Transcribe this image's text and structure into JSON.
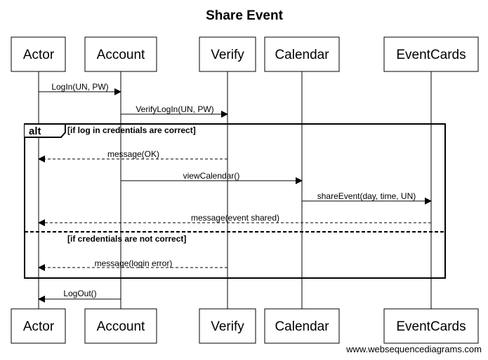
{
  "title": "Share Event",
  "participants": [
    "Actor",
    "Account",
    "Verify",
    "Calendar",
    "EventCards"
  ],
  "messages": [
    {
      "label": "LogIn(UN, PW)",
      "from": "Actor",
      "to": "Account",
      "style": "solid"
    },
    {
      "label": "VerifyLogIn(UN, PW)",
      "from": "Account",
      "to": "Verify",
      "style": "solid"
    },
    {
      "label": "message(OK)",
      "from": "Verify",
      "to": "Actor",
      "style": "dashed"
    },
    {
      "label": "viewCalendar()",
      "from": "Account",
      "to": "Calendar",
      "style": "solid"
    },
    {
      "label": "shareEvent(day, time, UN)",
      "from": "Calendar",
      "to": "EventCards",
      "style": "solid"
    },
    {
      "label": "message(event shared)",
      "from": "EventCards",
      "to": "Actor",
      "style": "dashed"
    },
    {
      "label": "message(login error)",
      "from": "Verify",
      "to": "Actor",
      "style": "dashed"
    },
    {
      "label": "LogOut()",
      "from": "Account",
      "to": "Actor",
      "style": "solid"
    }
  ],
  "alt_frame": {
    "label": "alt",
    "guard_true": "[if log in credentials are correct]",
    "guard_false": "[if credentials are not correct]"
  },
  "watermark": "www.websequencediagrams.com"
}
